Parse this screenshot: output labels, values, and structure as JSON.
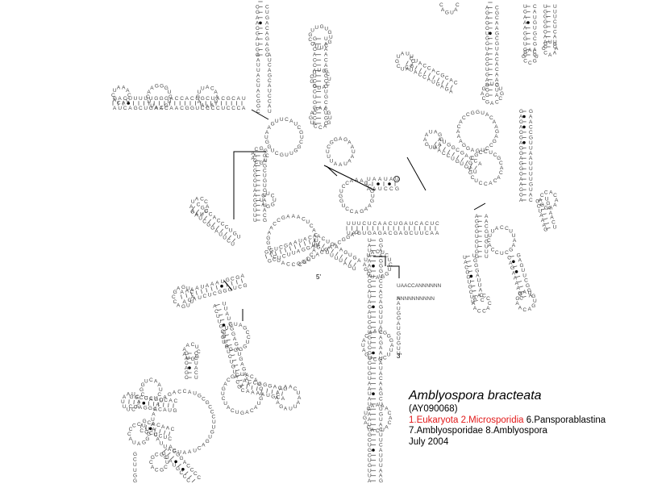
{
  "caption": {
    "species": "Amblyospora bracteata",
    "accession": "(AY090068)",
    "taxonomy_red": "1.Eukaryota 2.Microsporidia",
    "taxonomy_black_1": "6.Pansporablastina",
    "taxonomy_black_2": "7.Amblyosporidae 8.Amblyospora",
    "date": "July 2004"
  },
  "structure": {
    "end_5": "5'",
    "end_3": "3'",
    "n_run": "UAACCANNNNNN",
    "n_run_2": "NNNNNNNNNN"
  }
}
